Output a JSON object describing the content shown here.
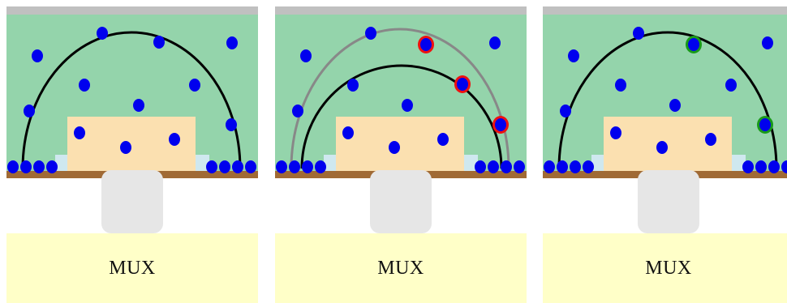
{
  "colors": {
    "top_bar": "#c0c0c0",
    "tissue": "#94d4ab",
    "chip": "#fbe0b0",
    "substrate": "#a06a35",
    "pad": "#cfe8ef",
    "electrode": "#0000ee",
    "arc_active": "#000000",
    "arc_previous": "#888888",
    "highlight_red": "#ee1111",
    "highlight_green": "#1a9a1a",
    "connector": "#e6e6e6",
    "mux_box": "#ffffc8"
  },
  "panels": [
    {
      "mux_label": "MUX",
      "arcs": [
        "outer-active"
      ],
      "highlight": "none"
    },
    {
      "mux_label": "MUX",
      "arcs": [
        "outer-previous",
        "inner-active"
      ],
      "highlight": "red"
    },
    {
      "mux_label": "MUX",
      "arcs": [
        "outer-active"
      ],
      "highlight": "green"
    }
  ]
}
